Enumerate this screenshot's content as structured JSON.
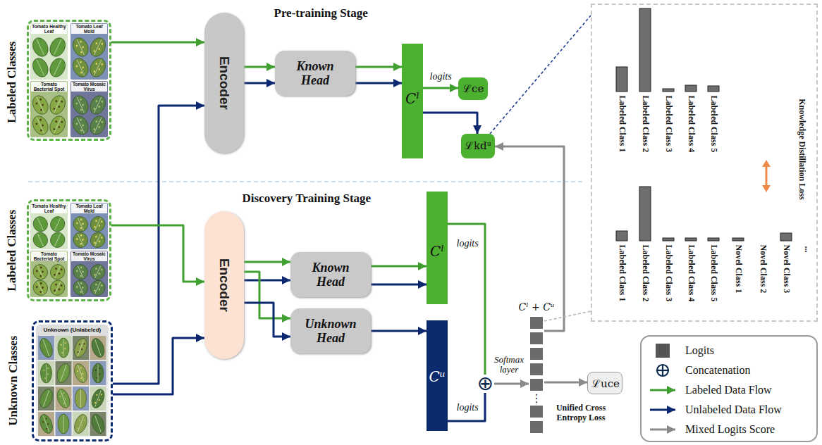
{
  "diagram": {
    "nodes": [
      {
        "text": [
          "Labeled Classes"
        ]
      },
      {
        "text": [
          "Tomato Healthy Leaf"
        ],
        "in": 0
      },
      {
        "text": [
          "Tomato Leaf Mold"
        ],
        "in": 0
      },
      {
        "text": [
          "Tomato Bacterial Spot"
        ],
        "in": 0
      },
      {
        "text": [
          "Tomato Mosaic Virus"
        ],
        "in": 0
      },
      {
        "text": [
          "Encoder"
        ]
      },
      {
        "text": [
          "Known Head"
        ]
      },
      {
        "text": [
          "Cˡ"
        ]
      },
      {
        "text": [
          "ℒce"
        ]
      },
      {
        "text": [
          "ℒkdᵘ"
        ]
      },
      {
        "text": [
          "Labeled Class 1",
          "Labeled Class 2",
          "Labeled Class 3",
          "Labeled Class 4",
          "Labeled Class 5",
          "Knowledge Distillation Loss",
          "Labeled Class 1",
          "Labeled Class 2",
          "Labeled Class 3",
          "Labeled Class 4",
          "Labeled Class 5",
          "Novel Class 1",
          "Novel Class 2",
          "Novel Class 3",
          "..."
        ]
      },
      {
        "text": [
          "Labeled Classes"
        ]
      },
      {
        "text": [
          "Tomato Healthy Leaf"
        ],
        "in": 11
      },
      {
        "text": [
          "Tomato Leaf Mold"
        ],
        "in": 11
      },
      {
        "text": [
          "Tomato Bacterial Spot"
        ],
        "in": 11
      },
      {
        "text": [
          "Tomato Mosaic Virus"
        ],
        "in": 11
      },
      {
        "text": [
          "Unknown Classes"
        ]
      },
      {
        "text": [
          "Unknown (Unlabeled)"
        ],
        "in": 16
      },
      {
        "text": [
          "Encoder"
        ]
      },
      {
        "text": [
          "Known Head"
        ]
      },
      {
        "text": [
          "Unknown Head"
        ]
      },
      {
        "text": [
          "Cˡ"
        ]
      },
      {
        "text": [
          "Cᵘ"
        ]
      },
      {
        "text": [
          "⊕"
        ]
      },
      {
        "text": [
          "Cˡ + Cᵘ"
        ]
      },
      {
        "text": [
          "ℒuce",
          "Unified Cross Entropy Loss"
        ]
      }
    ],
    "edges": [
      {
        "from": 0,
        "to": 5,
        "arrow": "to"
      },
      {
        "from": 16,
        "to": 5,
        "arrow": "to"
      },
      {
        "from": 5,
        "to": 6,
        "arrow": "to"
      },
      {
        "from": 5,
        "to": 6,
        "arrow": "to"
      },
      {
        "from": 6,
        "to": 7,
        "arrow": "to"
      },
      {
        "from": 6,
        "to": 7,
        "arrow": "to"
      },
      {
        "from": 7,
        "to": 8,
        "arrow": "to",
        "label": "logits"
      },
      {
        "from": 7,
        "to": 9,
        "arrow": "to"
      },
      {
        "from": 9,
        "to": 10,
        "arrow": "none"
      },
      {
        "from": 24,
        "to": 9,
        "arrow": "to"
      },
      {
        "from": 24,
        "to": 10,
        "arrow": "none"
      },
      {
        "from": 11,
        "to": 18,
        "arrow": "to"
      },
      {
        "from": 16,
        "to": 18,
        "arrow": "to"
      },
      {
        "from": 18,
        "to": 19,
        "arrow": "to"
      },
      {
        "from": 18,
        "to": 19,
        "arrow": "to"
      },
      {
        "from": 18,
        "to": 20,
        "arrow": "to"
      },
      {
        "from": 18,
        "to": 20,
        "arrow": "to"
      },
      {
        "from": 19,
        "to": 21,
        "arrow": "to"
      },
      {
        "from": 19,
        "to": 21,
        "arrow": "to"
      },
      {
        "from": 20,
        "to": 22,
        "arrow": "to"
      },
      {
        "from": 21,
        "to": 23,
        "arrow": "none",
        "label": "logits"
      },
      {
        "from": 22,
        "to": 23,
        "arrow": "none",
        "label": "logits"
      },
      {
        "from": 23,
        "to": 24,
        "arrow": "to",
        "label": "Softmax layer"
      },
      {
        "from": 24,
        "to": 25,
        "arrow": "to"
      }
    ],
    "labels": [
      "Pre-training Stage",
      "Discovery Training Stage",
      "⋮"
    ],
    "legend": [
      {
        "text": "Logits",
        "color": "#555555"
      },
      {
        "text": "Concatenation"
      },
      {
        "text": "Labeled Data Flow"
      },
      {
        "text": "Unlabeled Data Flow"
      },
      {
        "text": "Mixed Logits Score"
      }
    ]
  }
}
